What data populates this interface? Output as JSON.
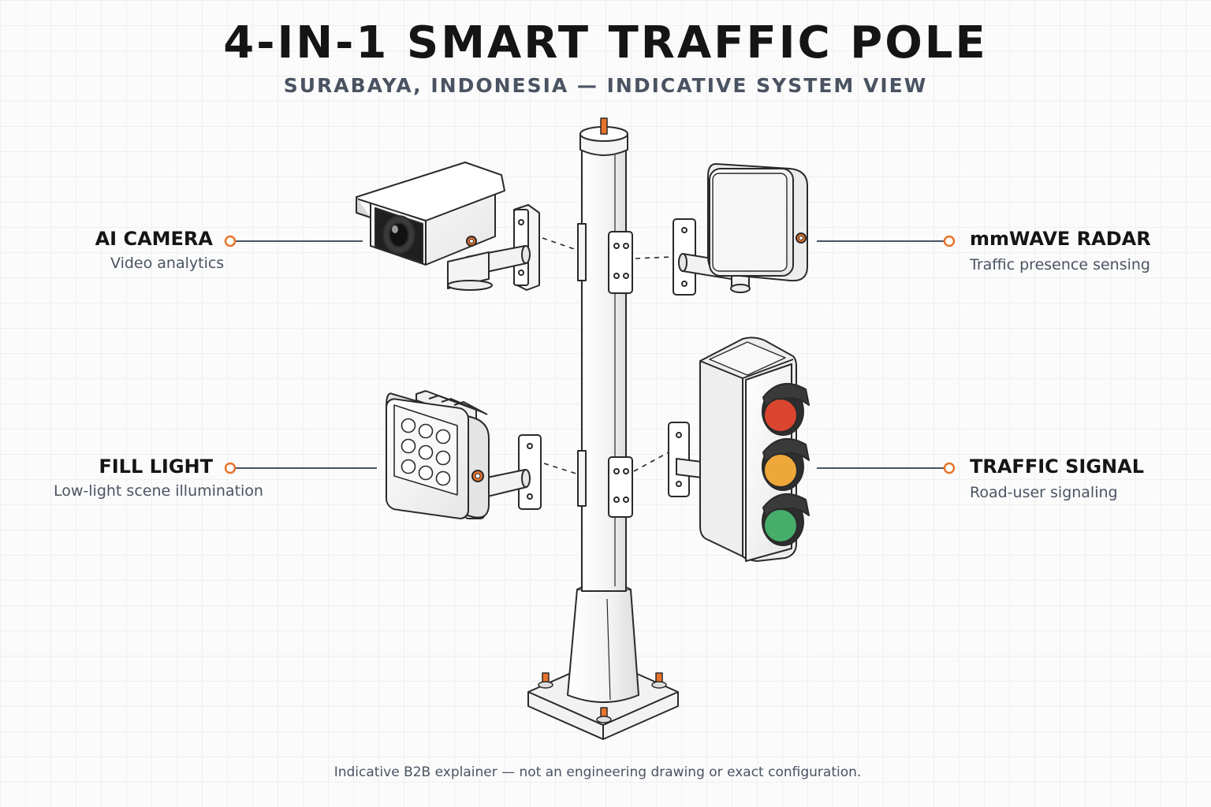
{
  "title": "4-IN-1 SMART TRAFFIC POLE",
  "subtitle": "SURABAYA, INDONESIA — INDICATIVE SYSTEM VIEW",
  "components": [
    {
      "name": "AI CAMERA",
      "description": "Video analytics"
    },
    {
      "name": "mmWAVE RADAR",
      "description": "Traffic presence sensing"
    },
    {
      "name": "FILL LIGHT",
      "description": "Low-light scene illumination"
    },
    {
      "name": "TRAFFIC SIGNAL",
      "description": "Road-user signaling"
    }
  ],
  "footnote": "Indicative B2B explainer — not an engineering drawing or exact configuration.",
  "colors": {
    "accent": "#e8732a",
    "leader_line": "#4a5362",
    "outline": "#2a2a2a",
    "signal_red": "#d9452f",
    "signal_amber": "#eea83a",
    "signal_green": "#46ad6a"
  },
  "icons": [
    "camera-icon",
    "radar-panel-icon",
    "fill-light-icon",
    "traffic-signal-icon",
    "pole-icon"
  ]
}
